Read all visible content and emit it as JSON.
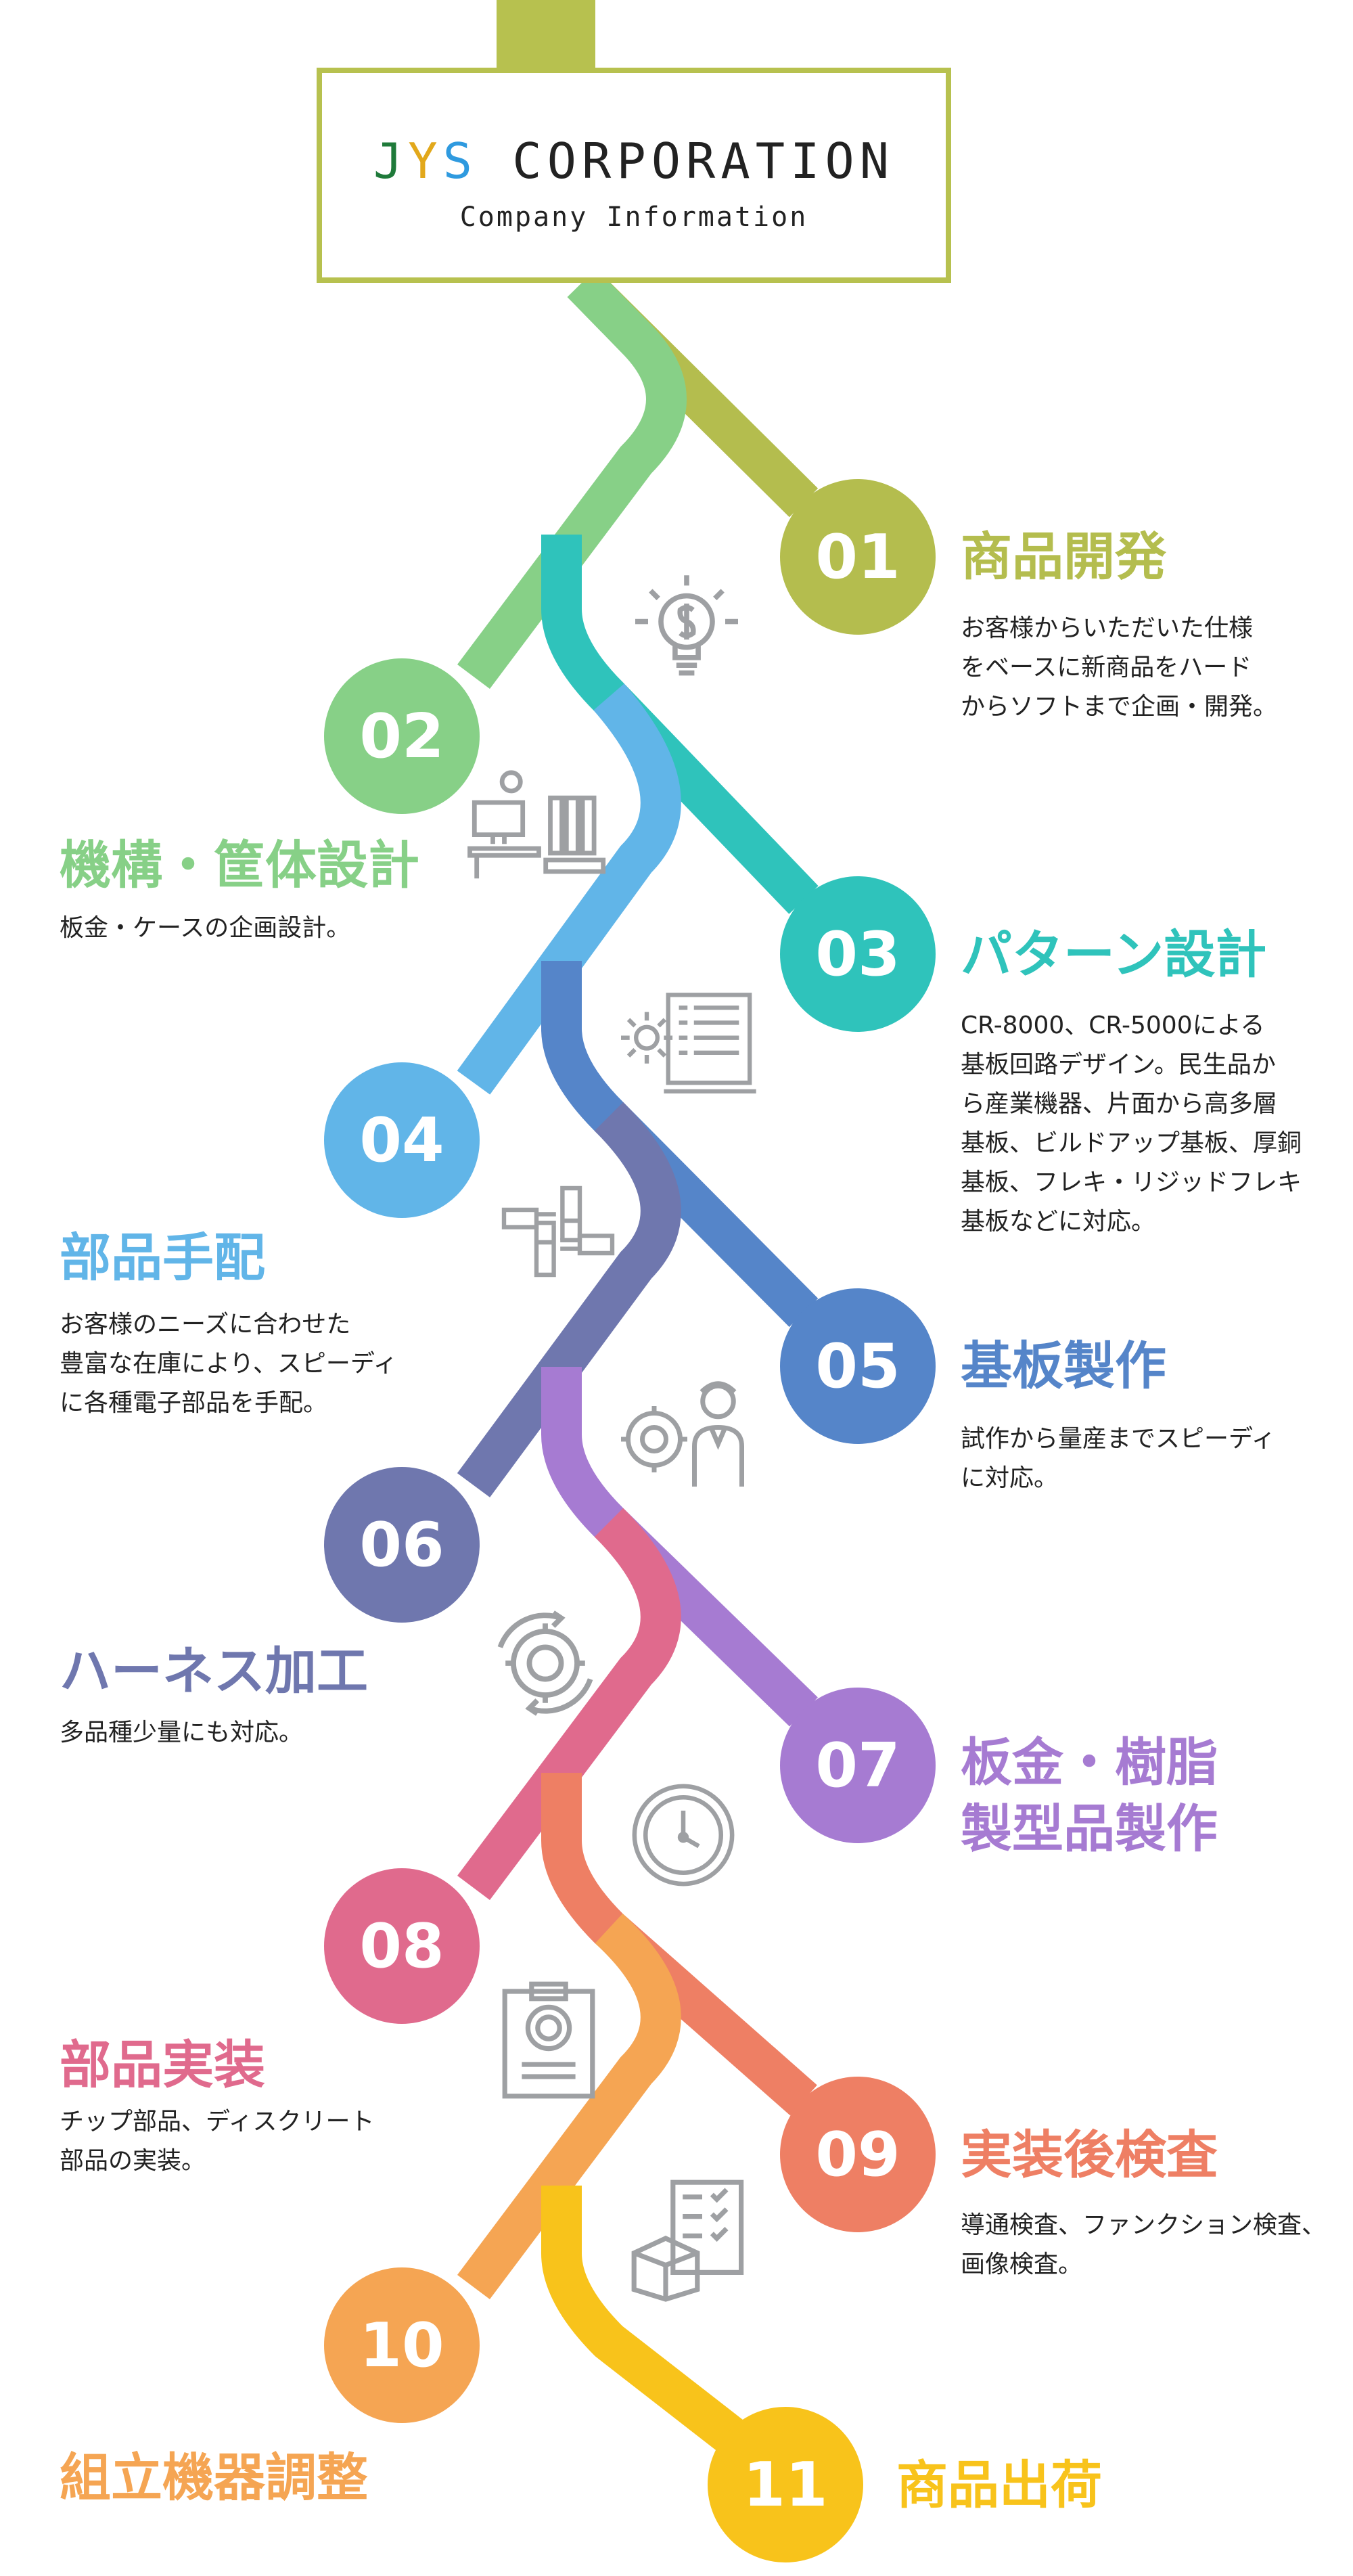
{
  "header": {
    "logo": [
      "J",
      "Y",
      "S"
    ],
    "logo_colors": [
      "#1f7a3a",
      "#e2a81b",
      "#2f9adf"
    ],
    "name_rest": " CORPORATION",
    "subtitle": "Company Information"
  },
  "steps": [
    {
      "number": "01",
      "title": "商品開発",
      "color": "#b4bd4e",
      "description": "お客様からいただいた仕様\nをベースに新商品をハード\nからソフトまで企画・開発。"
    },
    {
      "number": "02",
      "title": "機構・筐体設計",
      "color": "#87d087",
      "description": "板金・ケースの企画設計。"
    },
    {
      "number": "03",
      "title": "パターン設計",
      "color": "#2fc3bb",
      "description": "CR-8000、CR-5000による\n基板回路デザイン。民生品か\nら産業機器、片面から高多層\n基板、ビルドアップ基板、厚銅\n基板、フレキ・リジッドフレキ\n基板などに対応。"
    },
    {
      "number": "04",
      "title": "部品手配",
      "color": "#61b5e8",
      "description": "お客様のニーズに合わせた\n豊富な在庫により、スピーディ\nに各種電子部品を手配。"
    },
    {
      "number": "05",
      "title": "基板製作",
      "color": "#5585c9",
      "description": "試作から量産までスピーディ\nに対応。"
    },
    {
      "number": "06",
      "title": "ハーネス加工",
      "color": "#6f77ae",
      "description": "多品種少量にも対応。"
    },
    {
      "number": "07",
      "title": "板金・樹脂\n製型品製作",
      "color": "#a67bd2",
      "description": ""
    },
    {
      "number": "08",
      "title": "部品実装",
      "color": "#e06a8d",
      "description": "チップ部品、ディスクリート\n部品の実装。"
    },
    {
      "number": "09",
      "title": "実装後検査",
      "color": "#ee7f64",
      "description": "導通検査、ファンクション検査、\n画像検査。"
    },
    {
      "number": "10",
      "title": "組立機器調整",
      "color": "#f5a553",
      "description": ""
    },
    {
      "number": "11",
      "title": "商品出荷",
      "color": "#f8c31b",
      "description": ""
    }
  ],
  "icons": [
    {
      "name": "lightbulb-dollar-icon",
      "after": "01"
    },
    {
      "name": "office-worker-icon",
      "after": "02"
    },
    {
      "name": "gear-document-icon",
      "after": "03"
    },
    {
      "name": "teamwork-hands-icon",
      "after": "04"
    },
    {
      "name": "gear-engineer-icon",
      "after": "05"
    },
    {
      "name": "gear-cycle-icon",
      "after": "06"
    },
    {
      "name": "clock-icon",
      "after": "07"
    },
    {
      "name": "clipboard-gear-icon",
      "after": "08"
    },
    {
      "name": "checklist-box-icon",
      "after": "09"
    }
  ],
  "icon_color": "#9ea0a3",
  "frame_color": "#b7c14f"
}
